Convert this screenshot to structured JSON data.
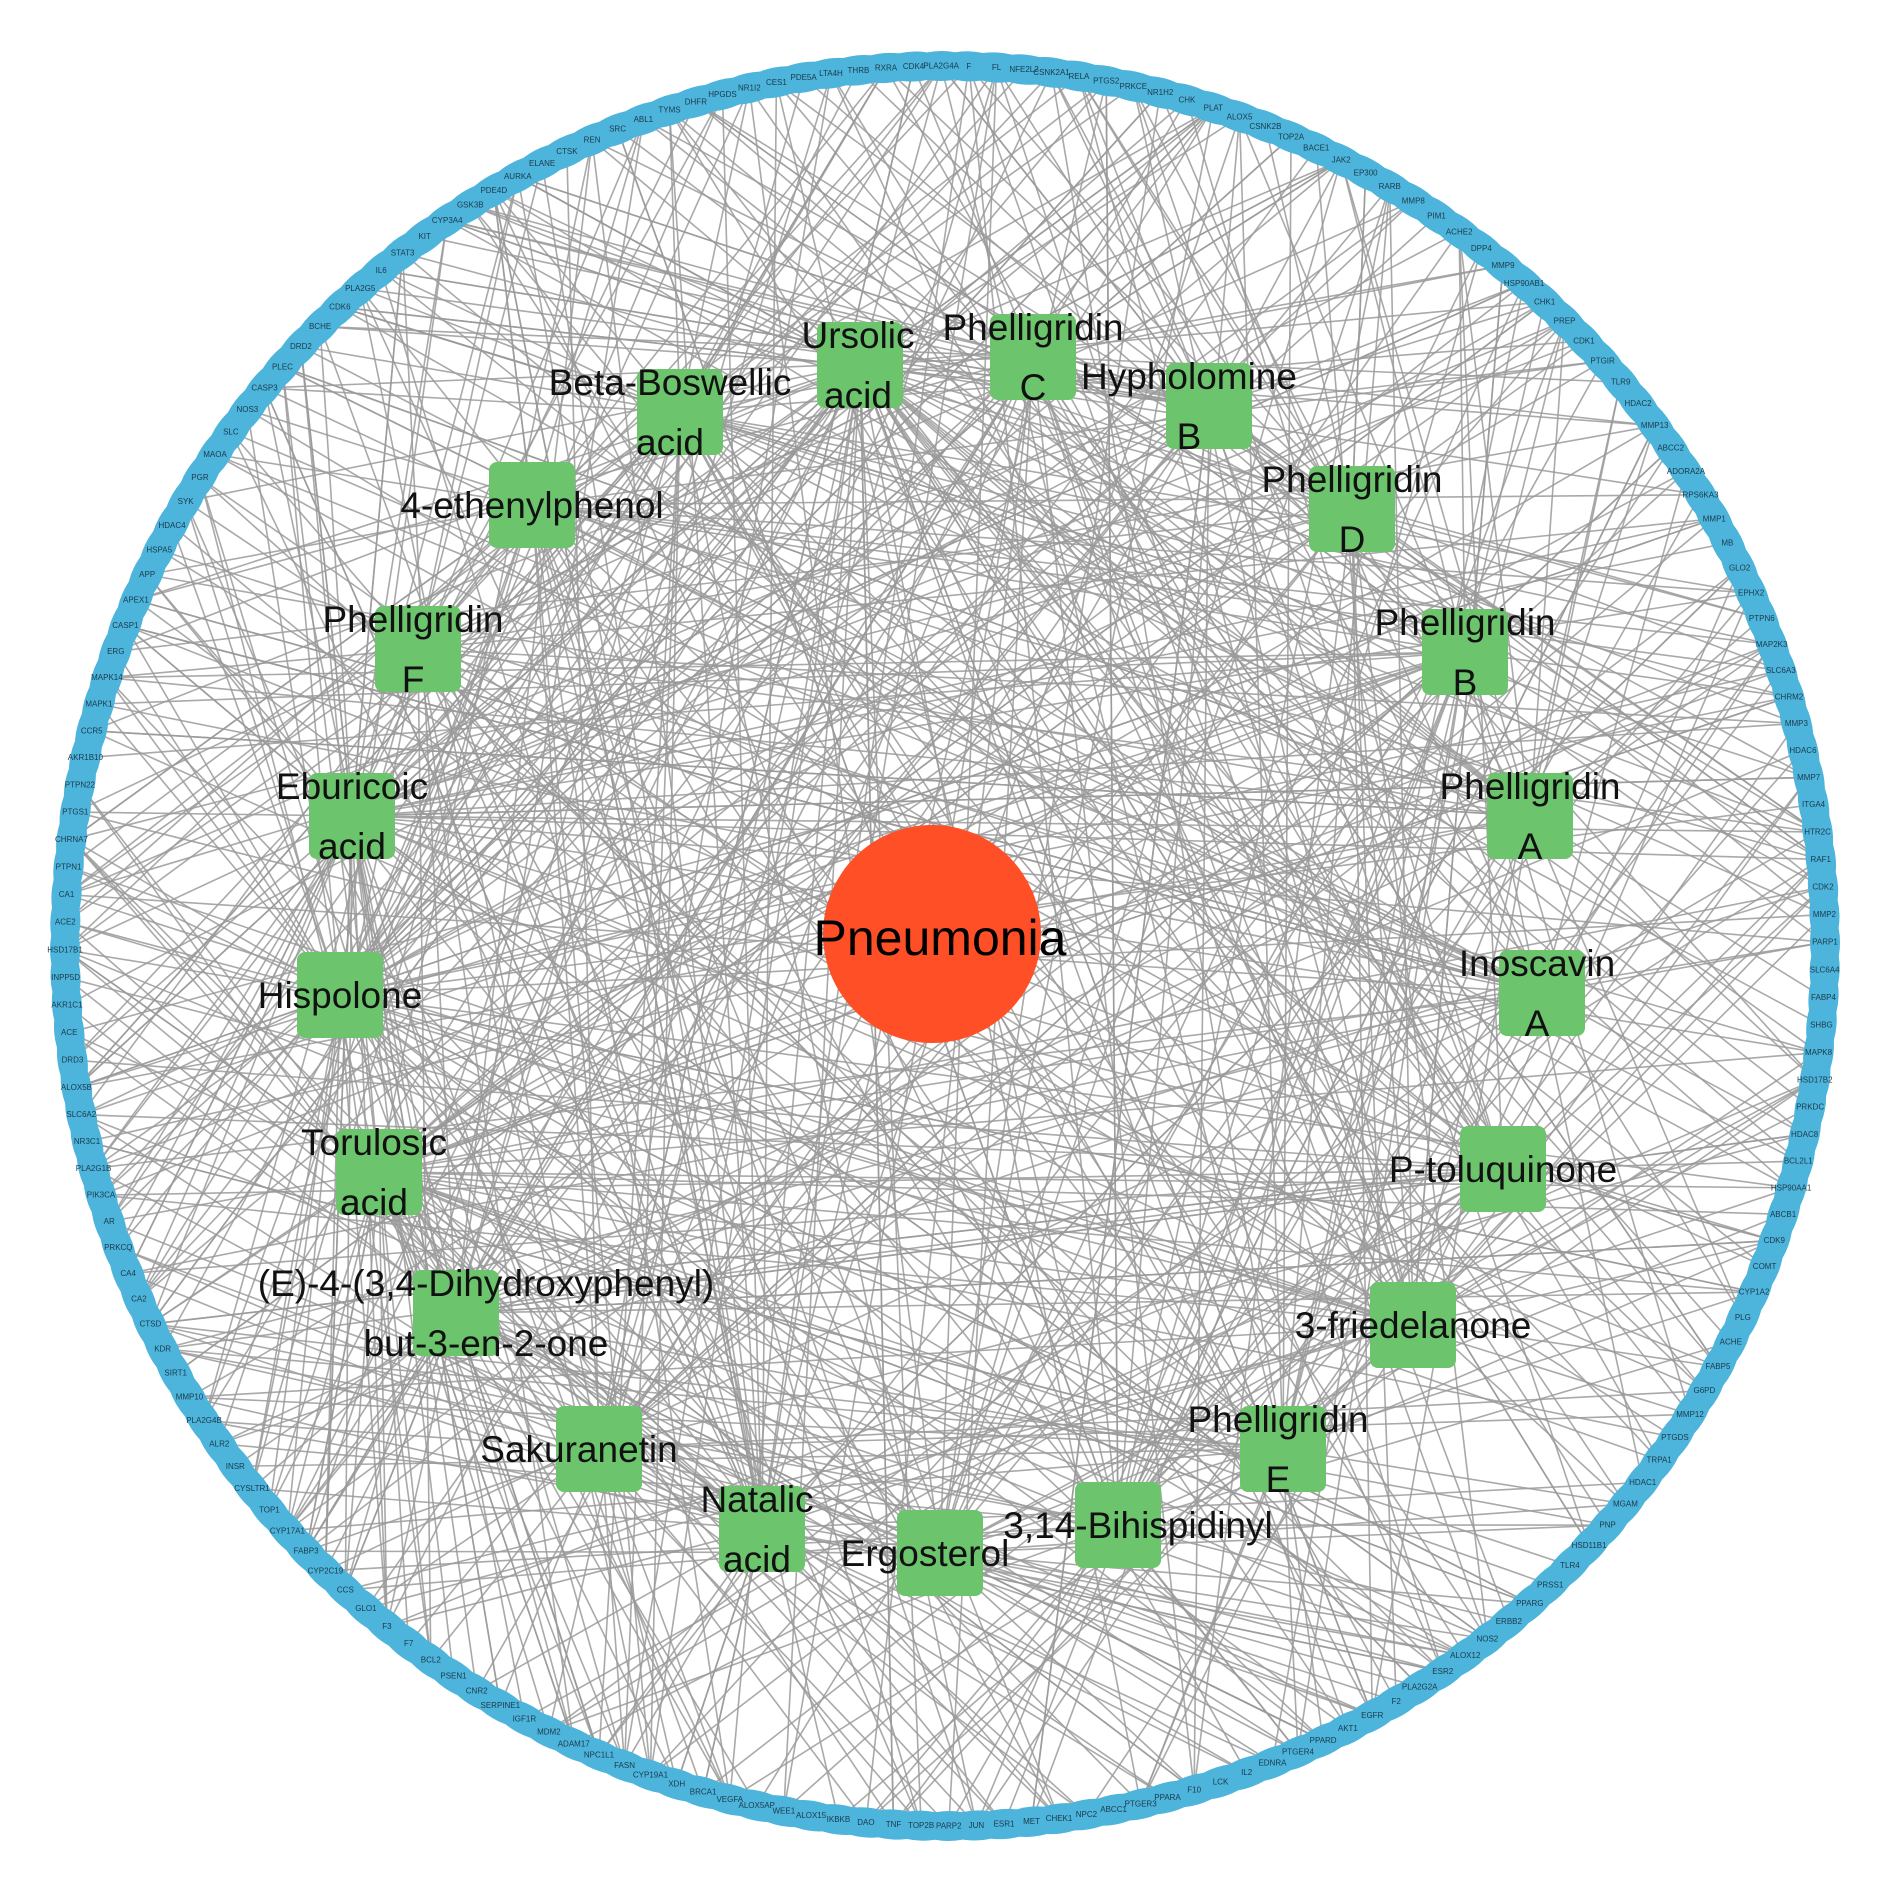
{
  "title": "Compound-target-disease network",
  "colors": {
    "disease": "#ff4f26",
    "compound": "#6cc46c",
    "target": "#4db4dc",
    "edge": "#9a9a9a"
  },
  "disease": {
    "label": "Pneumonia"
  },
  "compounds": [
    {
      "lines": [
        "Ursolic",
        "acid"
      ]
    },
    {
      "lines": [
        "Phelligridin",
        "C"
      ]
    },
    {
      "lines": [
        "Hypholomine",
        "B"
      ]
    },
    {
      "lines": [
        "Beta-Boswellic",
        "acid"
      ]
    },
    {
      "lines": [
        "4-ethenylphenol"
      ]
    },
    {
      "lines": [
        "Phelligridin",
        "D"
      ]
    },
    {
      "lines": [
        "Phelligridin",
        "F"
      ]
    },
    {
      "lines": [
        "Phelligridin",
        "B"
      ]
    },
    {
      "lines": [
        "Eburicoic",
        "acid"
      ]
    },
    {
      "lines": [
        "Phelligridin",
        "A"
      ]
    },
    {
      "lines": [
        "Hispolone"
      ]
    },
    {
      "lines": [
        "Inoscavin",
        "A"
      ]
    },
    {
      "lines": [
        "Torulosic",
        "acid"
      ]
    },
    {
      "lines": [
        "P-toluquinone"
      ]
    },
    {
      "lines": [
        "(E)-4-(3,4-Dihydroxyphenyl)",
        "but-3-en-2-one"
      ]
    },
    {
      "lines": [
        "3-friedelanone"
      ]
    },
    {
      "lines": [
        "Sakuranetin"
      ]
    },
    {
      "lines": [
        "Phelligridin",
        "E"
      ]
    },
    {
      "lines": [
        "Natalic",
        "acid"
      ]
    },
    {
      "lines": [
        "Ergosterol"
      ]
    },
    {
      "lines": [
        "3,14-Bihispidinyl"
      ]
    }
  ],
  "targets": [
    "PLA2G4A",
    "F",
    "FL",
    "NFE2L2",
    "CSNK2A1",
    "RELA",
    "PTGS2",
    "PRKCE",
    "NR1H2",
    "CHK",
    "PLAT",
    "ALOX5",
    "CSNK2B",
    "TOP2A",
    "BACE1",
    "JAK2",
    "EP300",
    "RARB",
    "MMP8",
    "PIM1",
    "ACHE2",
    "DPP4",
    "MMP9",
    "HSP90AB1",
    "CHK1",
    "PREP",
    "CDK1",
    "PTGIR",
    "TLR9",
    "HDAC2",
    "MMP13",
    "ABCC2",
    "ADORA2A",
    "RPS6KA3",
    "MMP1",
    "MB",
    "GLO2",
    "EPHX2",
    "PTPN6",
    "MAP2K3",
    "SLC6A3",
    "CHRM2",
    "MMP3",
    "HDAC6",
    "MMP7",
    "ITGA4",
    "HTR2C",
    "RAF1",
    "CDK2",
    "MMP2",
    "PARP1",
    "SLC6A4",
    "FABP4",
    "SHBG",
    "MAPK8",
    "HSD17B2",
    "PRKDC",
    "HDAC8",
    "BCL2L1",
    "HSP90AA1",
    "ABCB1",
    "CDK9",
    "COMT",
    "CYP1A2",
    "PLG",
    "ACHE",
    "FABP5",
    "G6PD",
    "MMP12",
    "PTGDS",
    "TRPA1",
    "HDAC1",
    "MGAM",
    "PNP",
    "HSD11B1",
    "TLR4",
    "PRSS1",
    "PPARG",
    "ERBB2",
    "NOS2",
    "ALOX12",
    "ESR2",
    "PLA2G2A",
    "F2",
    "EGFR",
    "AKT1",
    "PPARD",
    "PTGER4",
    "EDNRA",
    "IL2",
    "LCK",
    "F10",
    "PPARA",
    "PTGER3",
    "ABCC1",
    "NPC2",
    "CHEK1",
    "MET",
    "ESR1",
    "JUN",
    "PARP2",
    "TOP2B",
    "TNF",
    "DAO",
    "IKBKB",
    "ALOX15",
    "WEE1",
    "ALOX5AP",
    "VEGFA",
    "BRCA1",
    "XDH",
    "CYP19A1",
    "FASN",
    "NPC1L1",
    "ADAM17",
    "MDM2",
    "IGF1R",
    "SERPINE1",
    "CNR2",
    "PSEN1",
    "BCL2",
    "F7",
    "F3",
    "GLO1",
    "CCS",
    "CYP2C19",
    "FABP3",
    "CYP17A1",
    "TOP1",
    "CYSLTR1",
    "INSR",
    "ALR2",
    "PLA2G4B",
    "MMP10",
    "SIRT1",
    "KDR",
    "CTSD",
    "CA2",
    "CA4",
    "PRKCQ",
    "AR",
    "PIK3CA",
    "PLA2G1B",
    "NR3C1",
    "SLC6A2",
    "ALOX5B",
    "DRD3",
    "ACE",
    "AKR1C1",
    "INPP5D",
    "HSD17B1",
    "ACE2",
    "CA1",
    "PTPN1",
    "CHRNA7",
    "PTGS1",
    "PTPN22",
    "AKR1B10",
    "CCR5",
    "MAPK1",
    "MAPK14",
    "ERG",
    "CASP1",
    "APEX1",
    "APP",
    "HSPA5",
    "HDAC4",
    "SYK",
    "PGR",
    "MAOA",
    "SLC",
    "NOS3",
    "CASP3",
    "PLEC",
    "DRD2",
    "BCHE",
    "CDK6",
    "PLA2G5",
    "IL6",
    "STAT3",
    "KIT",
    "CYP3A4",
    "GSK3B",
    "PDE4D",
    "AURKA",
    "ELANE",
    "CTSK",
    "REN",
    "SRC",
    "ABL1",
    "TYMS",
    "DHFR",
    "HPGDS",
    "NR1I2",
    "CES1",
    "PDE5A",
    "LTA4H",
    "THRB",
    "RXRA",
    "CDK4"
  ]
}
